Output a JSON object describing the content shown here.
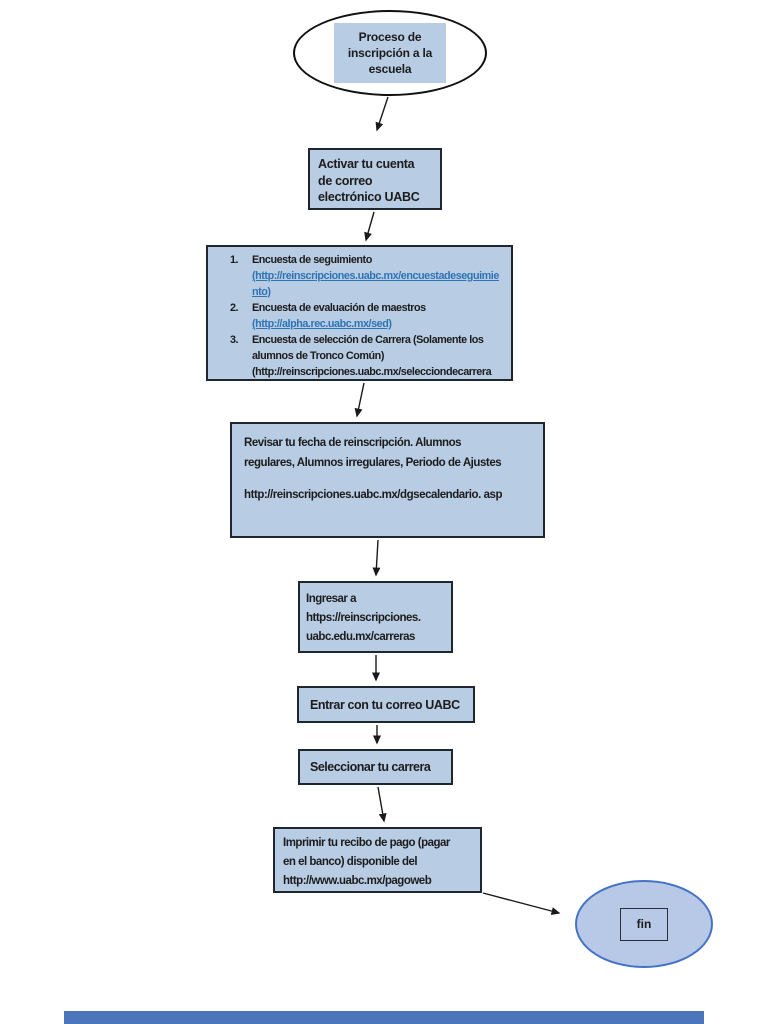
{
  "colors": {
    "node_fill": "#b8cce4",
    "node_border": "#20262e",
    "text": "#1c1c1c",
    "hyperlink": "#2e74b5",
    "fin_fill": "#b7c9e6",
    "fin_border": "#4472c4",
    "arrow": "#1a1a1a",
    "bottom_bar": "#4b76bb"
  },
  "flow": {
    "start": {
      "lines": [
        "Proceso de",
        "inscripción a la",
        "escuela"
      ]
    },
    "activar": {
      "lines": [
        "Activar tu cuenta",
        "de correo",
        "electrónico UABC"
      ]
    },
    "encuestas": {
      "items": [
        {
          "num": "1.",
          "lines": [
            "Encuesta de seguimiento"
          ],
          "url": "(http://reinscripciones.uabc.mx/encuestadeseguimiento)",
          "is_link": true
        },
        {
          "num": "2.",
          "lines": [
            "Encuesta de evaluación de maestros"
          ],
          "url": "(http://alpha.rec.uabc.mx/sed)",
          "is_link": true
        },
        {
          "num": "3.",
          "lines": [
            "Encuesta de selección de Carrera (Solamente los",
            "alumnos de Tronco Común)"
          ],
          "url": "(http://reinscripciones.uabc.mx/selecciondecarrera",
          "is_link": false
        }
      ]
    },
    "revisar": {
      "lines": [
        "Revisar tu fecha de reinscripción. Alumnos",
        "regulares, Alumnos irregulares, Periodo de Ajustes"
      ],
      "url_line": "http://reinscripciones.uabc.mx/dgsecalendario. asp"
    },
    "ingresar": {
      "lines": [
        "Ingresar a",
        "https://reinscripciones.",
        "uabc.edu.mx/carreras"
      ]
    },
    "entrar": {
      "label": "Entrar con tu correo UABC"
    },
    "seleccionar": {
      "label": "Seleccionar tu carrera"
    },
    "imprimir": {
      "lines": [
        "Imprimir tu recibo de pago (pagar",
        "en el banco) disponible del",
        "http://www.uabc.mx/pagoweb"
      ]
    },
    "fin": {
      "label": "fin"
    }
  }
}
